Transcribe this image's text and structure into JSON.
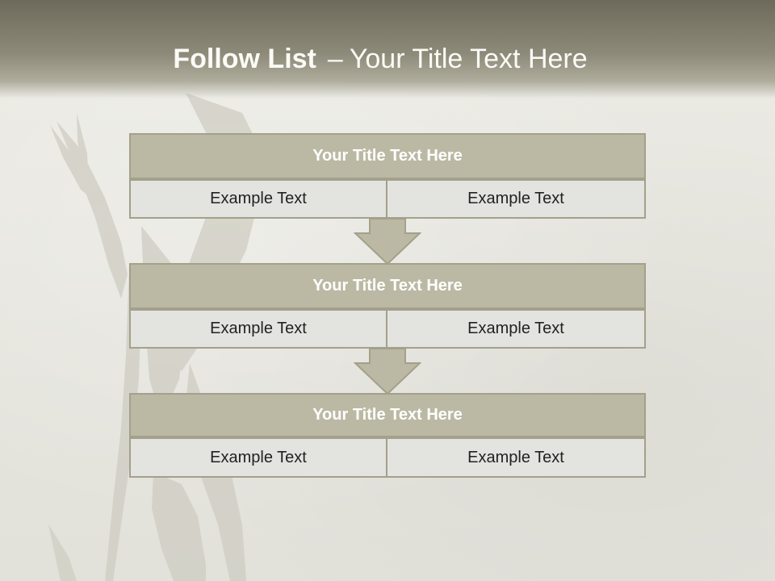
{
  "title": {
    "main": "Follow List",
    "separator": "–",
    "sub": "Your Title Text Here"
  },
  "colors": {
    "header_band": "#8d8a79",
    "block_title_fill": "#bbb9a4",
    "block_border": "#a3a08b",
    "cell_fill": "#e3e3df",
    "arrow_fill": "#bbb9a4"
  },
  "blocks": [
    {
      "title": "Your Title Text Here",
      "left": "Example Text",
      "right": "Example Text"
    },
    {
      "title": "Your Title Text Here",
      "left": "Example Text",
      "right": "Example Text"
    },
    {
      "title": "Your Title Text Here",
      "left": "Example Text",
      "right": "Example Text"
    }
  ],
  "arrows": [
    {
      "icon": "arrow-down-icon"
    },
    {
      "icon": "arrow-down-icon"
    }
  ]
}
